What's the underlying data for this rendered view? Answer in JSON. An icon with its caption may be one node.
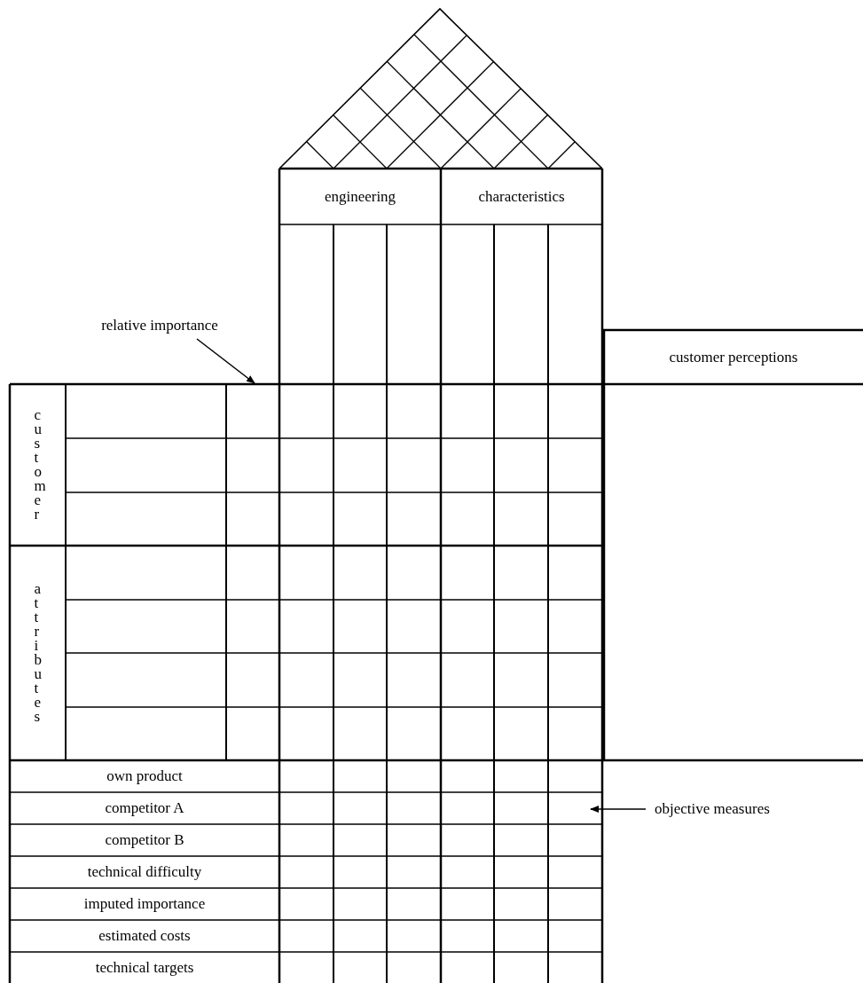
{
  "diagram": {
    "nodes": [
      {
        "text": [
          "engineering"
        ]
      },
      {
        "text": [
          "characteristics"
        ]
      },
      {
        "text": [
          "relative importance"
        ]
      },
      {
        "text": [
          "customer perceptions"
        ]
      },
      {
        "text": [
          "customer"
        ]
      },
      {
        "text": [
          "attributes"
        ]
      },
      {
        "text": [
          "own product"
        ]
      },
      {
        "text": [
          "competitor A"
        ]
      },
      {
        "text": [
          "competitor B"
        ]
      },
      {
        "text": [
          "technical difficulty"
        ]
      },
      {
        "text": [
          "imputed importance"
        ]
      },
      {
        "text": [
          "estimated costs"
        ]
      },
      {
        "text": [
          "technical targets"
        ]
      },
      {
        "text": [
          "objective measures"
        ]
      }
    ],
    "edges": [
      {
        "from": 2,
        "to": null,
        "arrow": "to"
      },
      {
        "from": 13,
        "to": null,
        "arrow": "to"
      }
    ]
  }
}
